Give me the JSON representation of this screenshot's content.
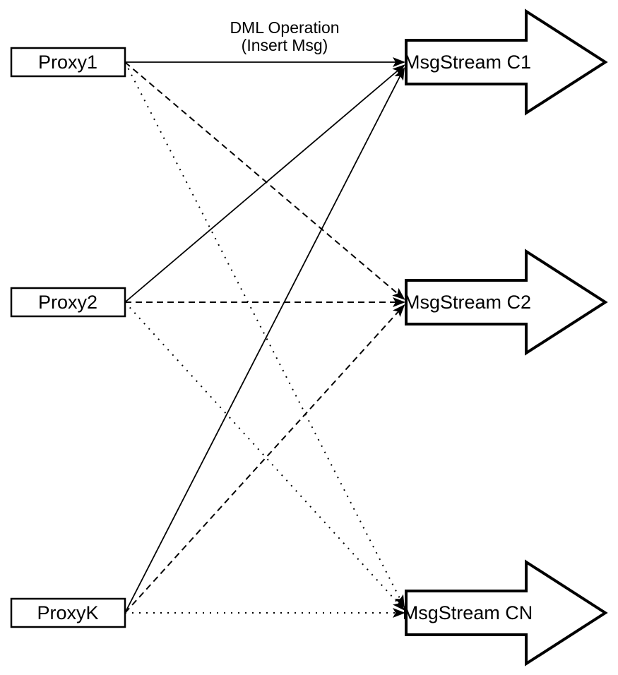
{
  "diagram": {
    "title": {
      "line1": "DML Operation",
      "line2": "(Insert Msg)"
    },
    "proxies": [
      {
        "id": "proxy1",
        "label": "Proxy1"
      },
      {
        "id": "proxy2",
        "label": "Proxy2"
      },
      {
        "id": "proxyK",
        "label": "ProxyK"
      }
    ],
    "streams": [
      {
        "id": "c1",
        "label": "MsgStream C1"
      },
      {
        "id": "c2",
        "label": "MsgStream C2"
      },
      {
        "id": "cn",
        "label": "MsgStream CN"
      }
    ],
    "connections": [
      {
        "from": "proxy1",
        "to": "c1",
        "style": "solid"
      },
      {
        "from": "proxy2",
        "to": "c1",
        "style": "solid"
      },
      {
        "from": "proxyK",
        "to": "c1",
        "style": "solid"
      },
      {
        "from": "proxy1",
        "to": "c2",
        "style": "dashed"
      },
      {
        "from": "proxy2",
        "to": "c2",
        "style": "dashed"
      },
      {
        "from": "proxyK",
        "to": "c2",
        "style": "dashed"
      },
      {
        "from": "proxy1",
        "to": "cn",
        "style": "dotted"
      },
      {
        "from": "proxy2",
        "to": "cn",
        "style": "dotted"
      },
      {
        "from": "proxyK",
        "to": "cn",
        "style": "dotted"
      }
    ],
    "colors": {
      "stroke": "#000000",
      "fill": "#ffffff"
    }
  }
}
